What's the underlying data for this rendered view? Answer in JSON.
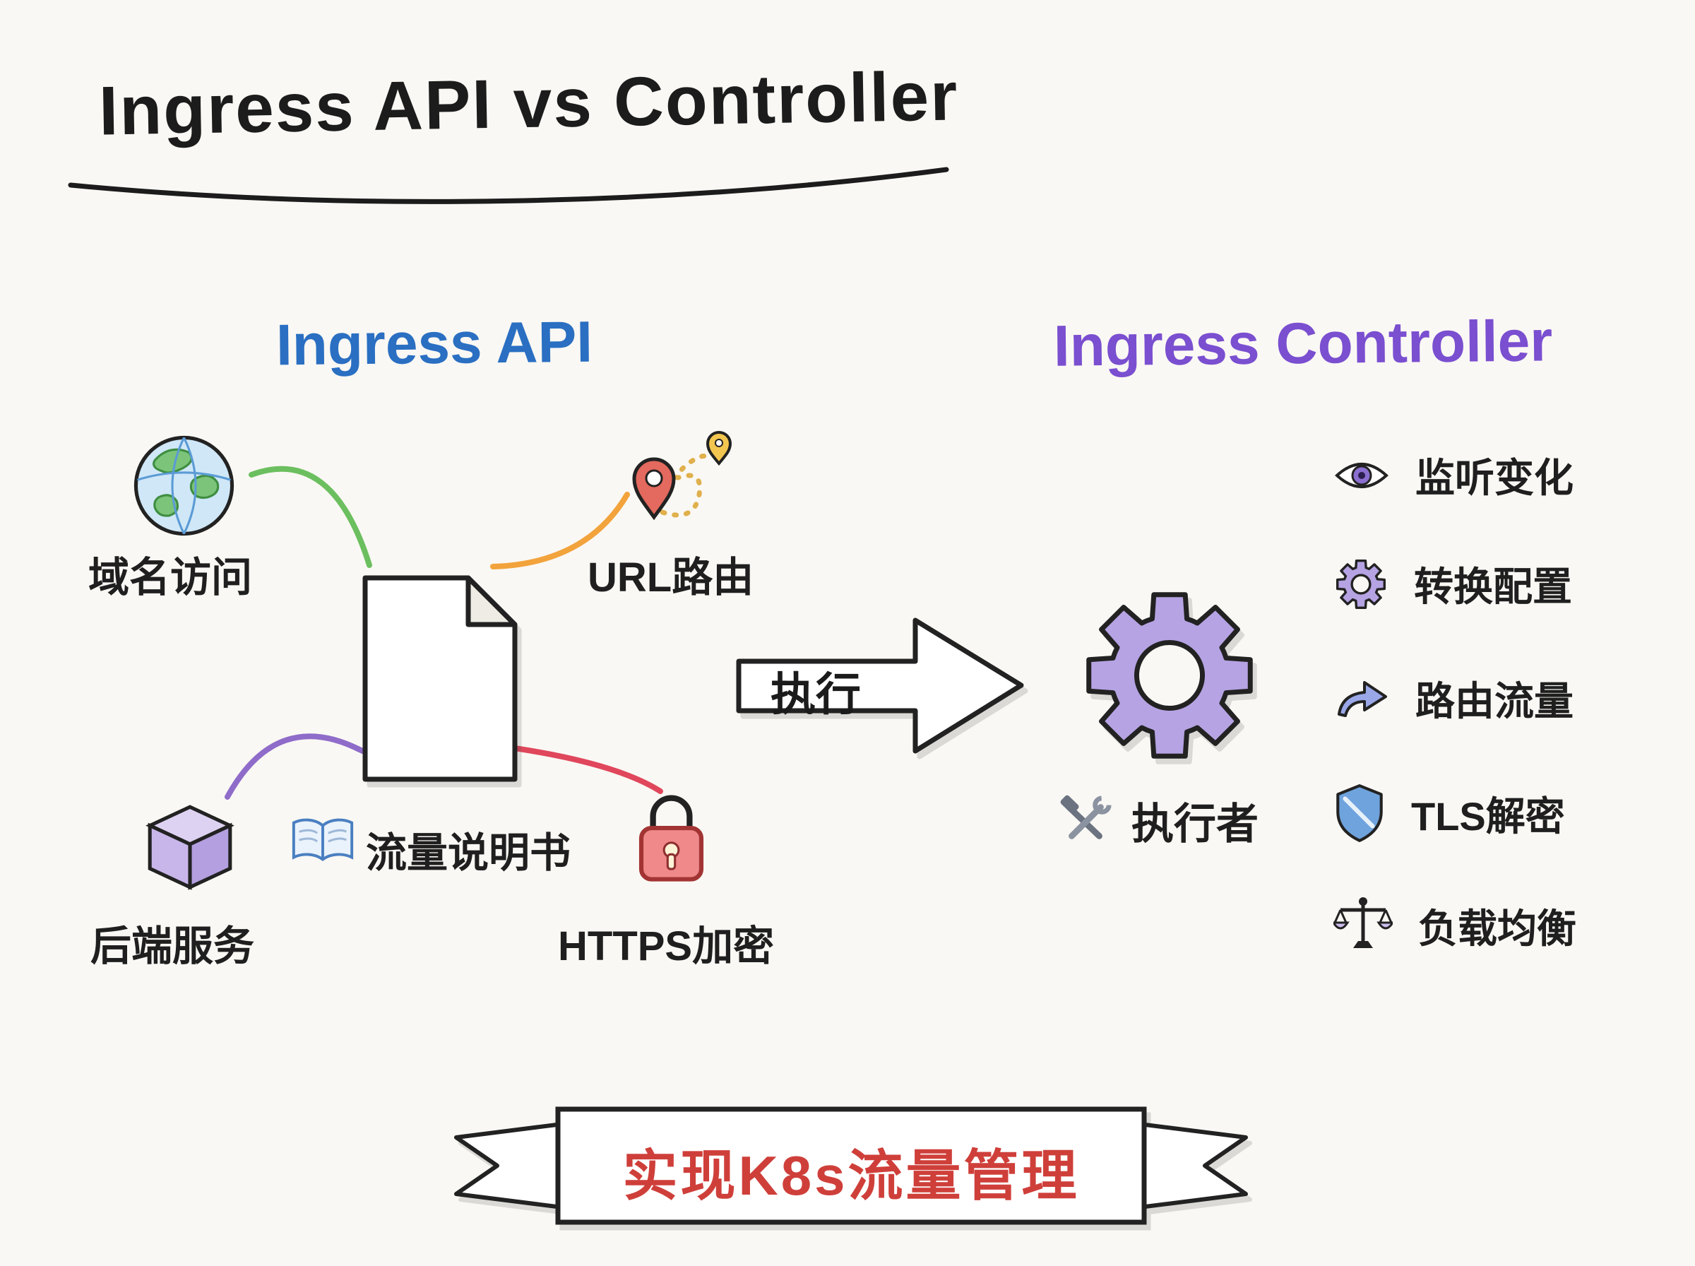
{
  "title": "Ingress API vs Controller",
  "left_panel": {
    "heading": "Ingress API",
    "domain_label": "域名访问",
    "url_label": "URL路由",
    "backend_label": "后端服务",
    "https_label": "HTTPS加密",
    "spec_label": "流量说明书"
  },
  "flow": {
    "arrow_label": "执行"
  },
  "right_panel": {
    "heading": "Ingress Controller",
    "executor_label": "执行者",
    "features": [
      {
        "icon": "eye-icon",
        "label": "监听变化"
      },
      {
        "icon": "gear-icon",
        "label": "转换配置"
      },
      {
        "icon": "route-arrow-icon",
        "label": "路由流量"
      },
      {
        "icon": "shield-icon",
        "label": "TLS解密"
      },
      {
        "icon": "scales-icon",
        "label": "负载均衡"
      }
    ]
  },
  "banner": {
    "label": "实现K8s流量管理"
  },
  "palette": {
    "background": "#faf8f4",
    "ink": "#222222",
    "api_heading": "#2a6fc2",
    "controller_heading": "#7a4fd0",
    "banner_text": "#cf3f3a",
    "connector_green": "#6cbf5f",
    "connector_orange": "#f2a33c",
    "connector_purple": "#8f6cc9",
    "connector_red": "#e0475c",
    "gear_fill": "#b6a3e3",
    "lock_fill": "#f08a8a",
    "shield_fill": "#6fa3dd",
    "cube_fill": "#c8b6ea"
  }
}
